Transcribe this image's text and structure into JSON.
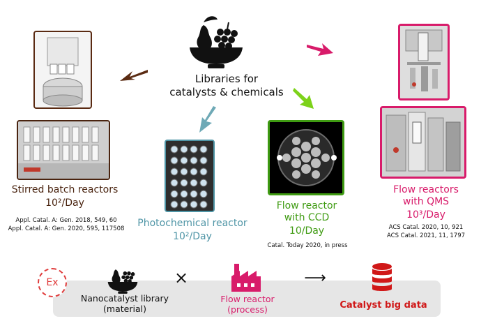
{
  "hub": {
    "label": "Libraries for\ncatalysts & chemicals",
    "icon": "fruit-bowl-icon"
  },
  "reactors": [
    {
      "title": "Stirred batch reactors",
      "rate": "10²/Day",
      "citations": "Appl. Catal. A: Gen. 2018, 549, 60\nAppl. Catal. A: Gen. 2020, 595, 117508",
      "color": "#4a2410",
      "arrow_color": "#5a2a12"
    },
    {
      "title": "Photochemical reactor",
      "rate": "10²/Day",
      "citations": "",
      "color": "#4f95a6",
      "arrow_color": "#6ea9b6"
    },
    {
      "title": "Flow reactor\nwith CCD",
      "rate": "10/Day",
      "citations": "Catal. Today 2020, in press",
      "color": "#3f9b12",
      "arrow_color": "#7dd21a"
    },
    {
      "title": "Flow reactors\nwith QMS",
      "rate": "10³/Day",
      "citations": "ACS Catal. 2020, 10, 921\nACS Catal. 2021, 11, 1797",
      "color": "#d81b6a",
      "arrow_color": "#d81b6a"
    }
  ],
  "example": {
    "badge": "Ex",
    "library_label": "Nanocatalyst library\n(material)",
    "times_symbol": "×",
    "process_label": "Flow reactor\n(process)",
    "arrow": "⟶",
    "result_label": "Catalyst big data",
    "colors": {
      "badge": "#e03c3c",
      "process": "#d81b6a",
      "result": "#d01818",
      "panel": "#e6e6e6"
    }
  }
}
